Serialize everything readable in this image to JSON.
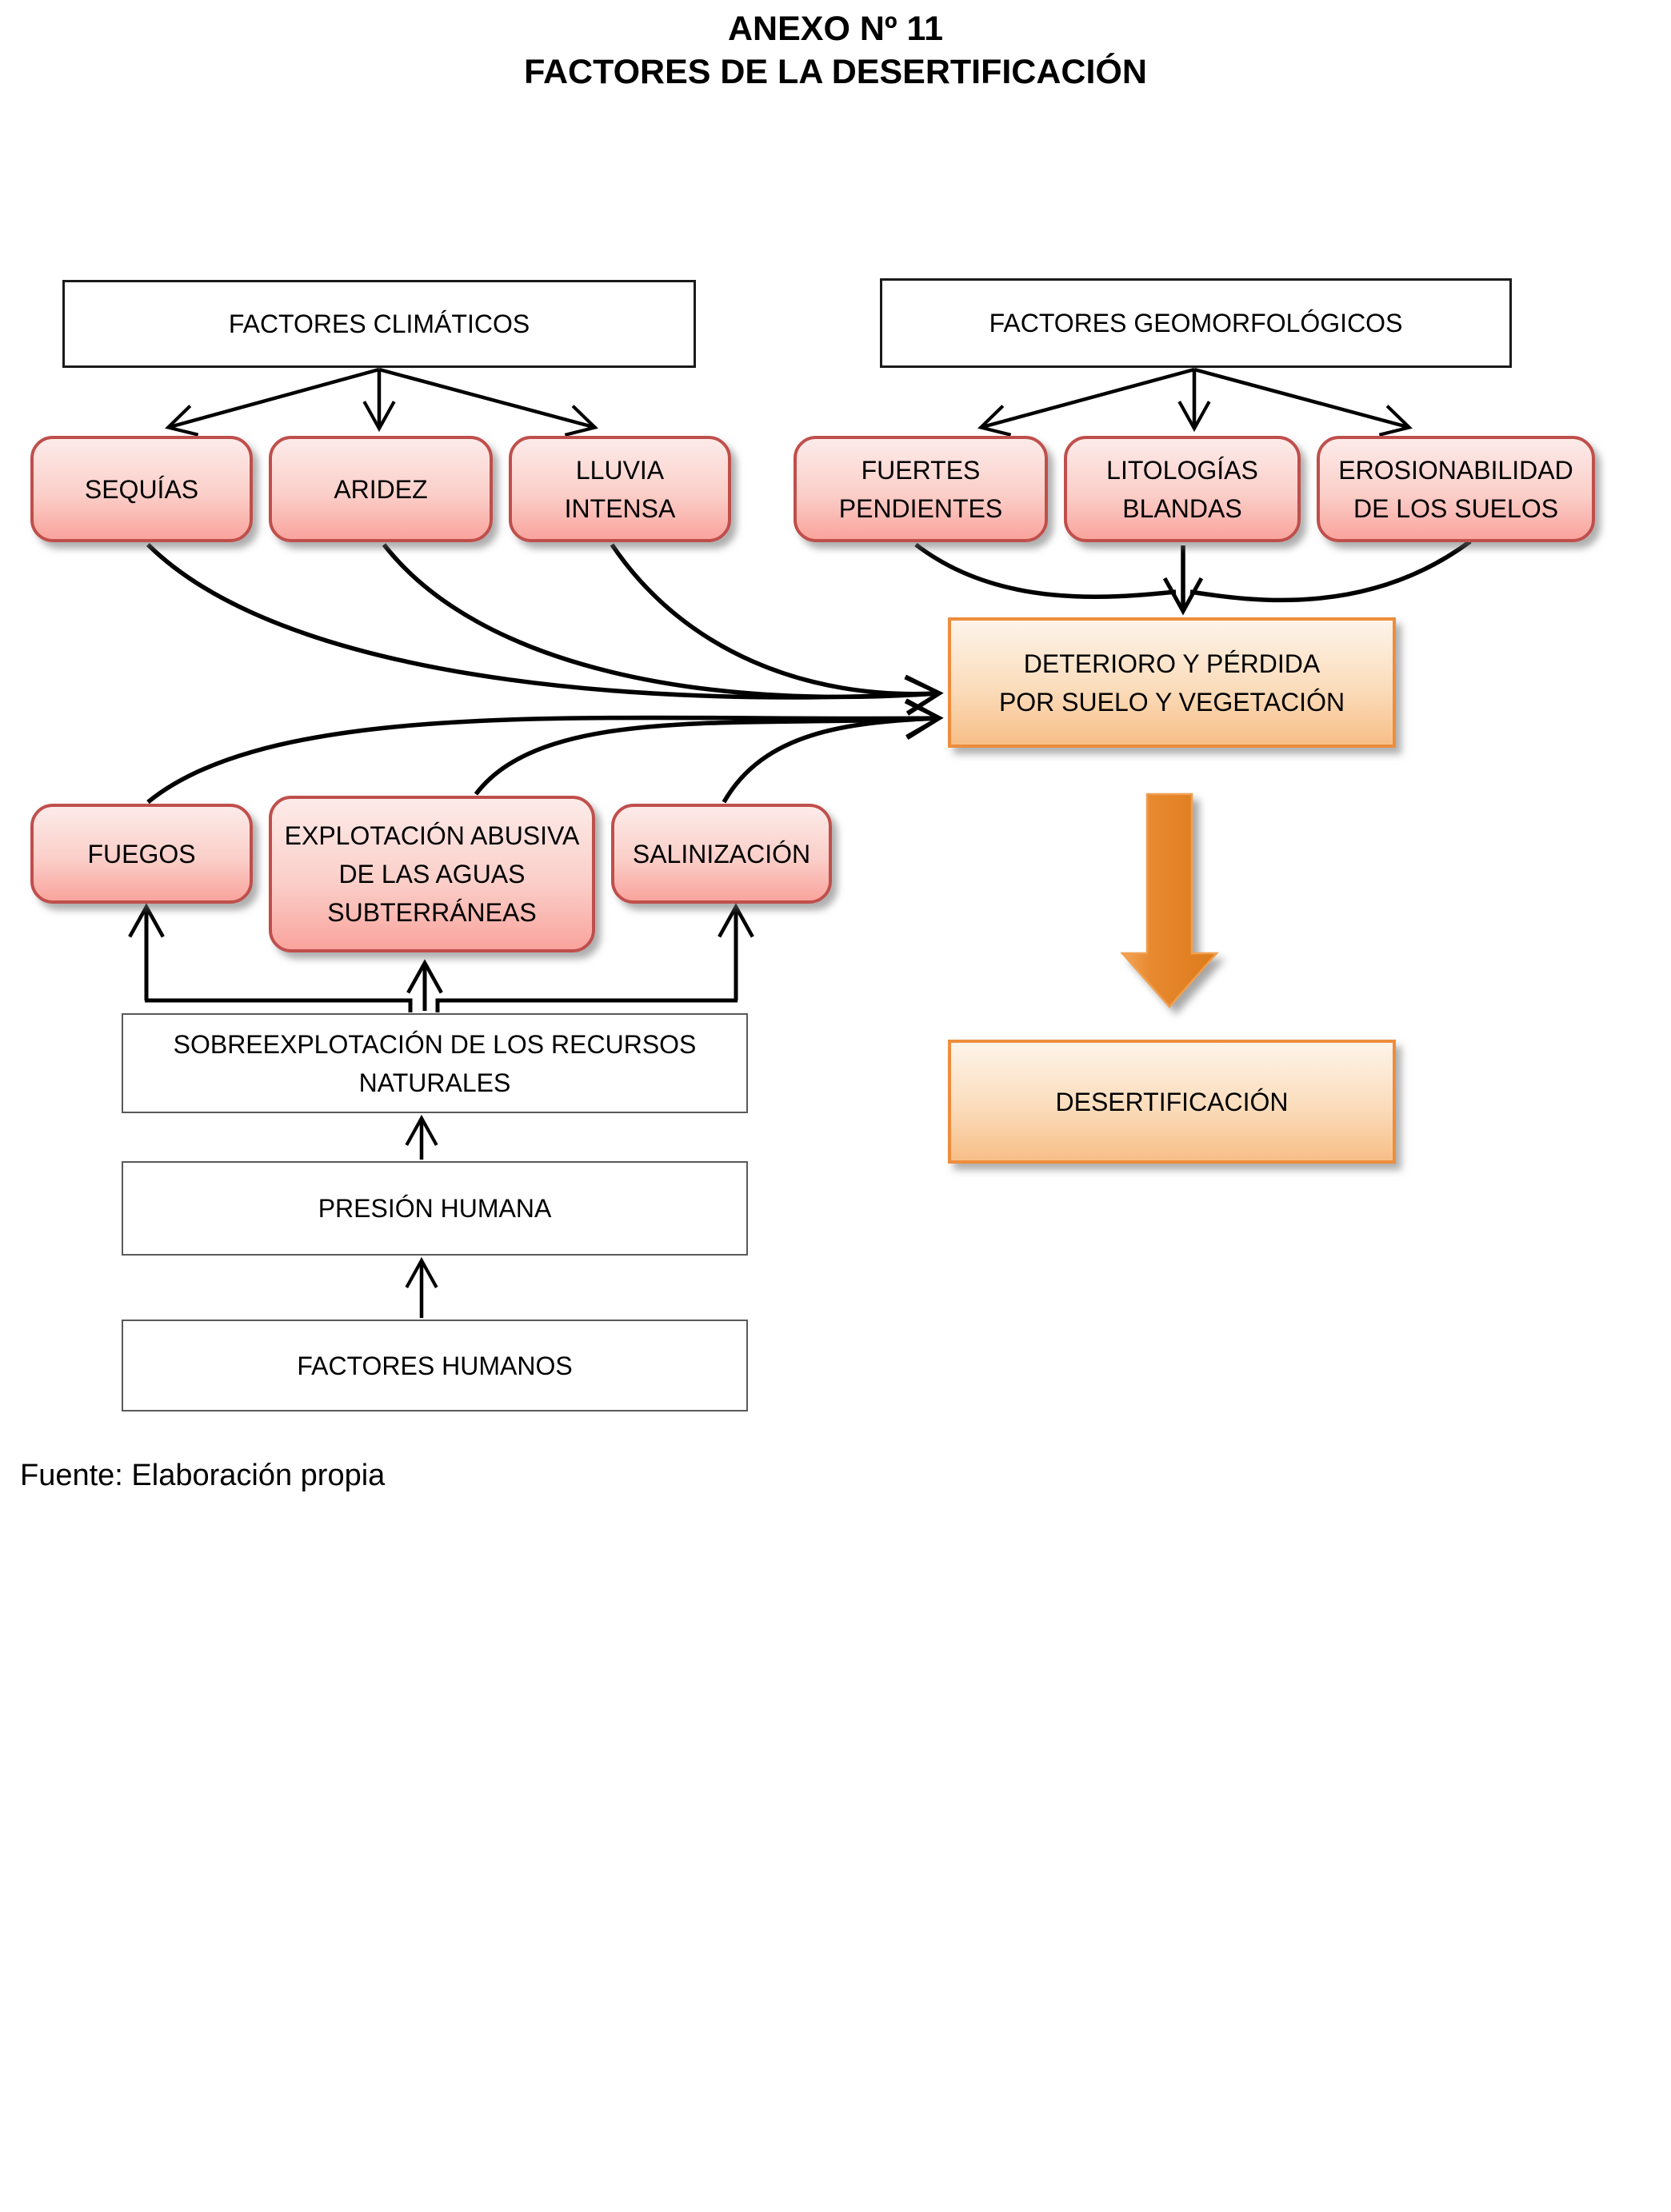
{
  "page": {
    "title_line1": "ANEXO Nº 11",
    "title_line2": "FACTORES DE LA DESERTIFICACIÓN",
    "source_note": "Fuente: Elaboración propia"
  },
  "nodes": {
    "factores_climaticos": {
      "label": "FACTORES CLIMÁTICOS",
      "style": "plain"
    },
    "factores_geomorfologicos": {
      "label": "FACTORES GEOMORFOLÓGICOS",
      "style": "plain"
    },
    "sequias": {
      "label": "SEQUÍAS",
      "style": "pink"
    },
    "aridez": {
      "label": "ARIDEZ",
      "style": "pink"
    },
    "lluvia_intensa": {
      "label": "LLUVIA\nINTENSA",
      "style": "pink"
    },
    "fuertes_pendientes": {
      "label": "FUERTES\nPENDIENTES",
      "style": "pink"
    },
    "litologias_blandas": {
      "label": "LITOLOGÍAS\nBLANDAS",
      "style": "pink"
    },
    "erosionabilidad_suelos": {
      "label": "EROSIONABILIDAD\nDE LOS SUELOS",
      "style": "pink"
    },
    "deterioro": {
      "label": "DETERIORO Y PÉRDIDA\nPOR SUELO Y VEGETACIÓN",
      "style": "orange"
    },
    "fuegos": {
      "label": "FUEGOS",
      "style": "pink"
    },
    "explotacion_aguas": {
      "label": "EXPLOTACIÓN ABUSIVA\nDE LAS AGUAS\nSUBTERRÁNEAS",
      "style": "pink"
    },
    "salinizacion": {
      "label": "SALINIZACIÓN",
      "style": "pink"
    },
    "sobreexplotacion": {
      "label": "SOBREEXPLOTACIÓN DE LOS RECURSOS\nNATURALES",
      "style": "plain-gray"
    },
    "presion_humana": {
      "label": "PRESIÓN HUMANA",
      "style": "plain-gray"
    },
    "factores_humanos": {
      "label": "FACTORES HUMANOS",
      "style": "plain-gray"
    },
    "desertificacion": {
      "label": "DESERTIFICACIÓN",
      "style": "orange"
    }
  },
  "edges": [
    {
      "from": "factores_climaticos",
      "to": "sequias"
    },
    {
      "from": "factores_climaticos",
      "to": "aridez"
    },
    {
      "from": "factores_climaticos",
      "to": "lluvia_intensa"
    },
    {
      "from": "factores_geomorfologicos",
      "to": "fuertes_pendientes"
    },
    {
      "from": "factores_geomorfologicos",
      "to": "litologias_blandas"
    },
    {
      "from": "factores_geomorfologicos",
      "to": "erosionabilidad_suelos"
    },
    {
      "from": "sequias",
      "to": "deterioro"
    },
    {
      "from": "aridez",
      "to": "deterioro"
    },
    {
      "from": "lluvia_intensa",
      "to": "deterioro"
    },
    {
      "from": "fuertes_pendientes",
      "to": "deterioro"
    },
    {
      "from": "litologias_blandas",
      "to": "deterioro"
    },
    {
      "from": "erosionabilidad_suelos",
      "to": "deterioro"
    },
    {
      "from": "fuegos",
      "to": "deterioro"
    },
    {
      "from": "explotacion_aguas",
      "to": "deterioro"
    },
    {
      "from": "salinizacion",
      "to": "deterioro"
    },
    {
      "from": "sobreexplotacion",
      "to": "fuegos"
    },
    {
      "from": "sobreexplotacion",
      "to": "explotacion_aguas"
    },
    {
      "from": "sobreexplotacion",
      "to": "salinizacion"
    },
    {
      "from": "presion_humana",
      "to": "sobreexplotacion"
    },
    {
      "from": "factores_humanos",
      "to": "presion_humana"
    },
    {
      "from": "deterioro",
      "to": "desertificacion"
    }
  ],
  "colors": {
    "pink_border": "#bf4f4c",
    "pink_top": "#fcebe9",
    "pink_mid": "#fbcfc9",
    "pink_bottom": "#f9a49d",
    "orange_border": "#ed8d3d",
    "orange_top": "#fdf4ea",
    "orange_mid": "#fbdcbb",
    "orange_bottom": "#f7bf88",
    "big_arrow_fill": "#e2831f",
    "line": "#000000"
  }
}
